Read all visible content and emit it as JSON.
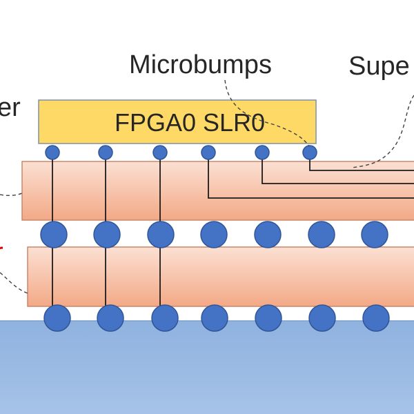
{
  "labels": {
    "microbumps": "Microbumps",
    "super_partial": "Supe",
    "left_top_partial": "er",
    "left_red_partial": "r"
  },
  "fpga_chip": {
    "label": "FPGA0 SLR0"
  },
  "colors": {
    "chip_fill": "#ffd966",
    "chip_border": "#7f8fa6",
    "layer_gradient_top": "#fbe0d3",
    "layer_gradient_bottom": "#f3a986",
    "layer_border": "#c9856a",
    "bump_fill": "#4472c4",
    "bump_border": "#2f5597",
    "substrate_fill": "#9dbde4",
    "substrate_border": "#7f9fcc",
    "wire": "#1a1a1a",
    "leader": "#404040",
    "accent_red": "#e00000"
  }
}
